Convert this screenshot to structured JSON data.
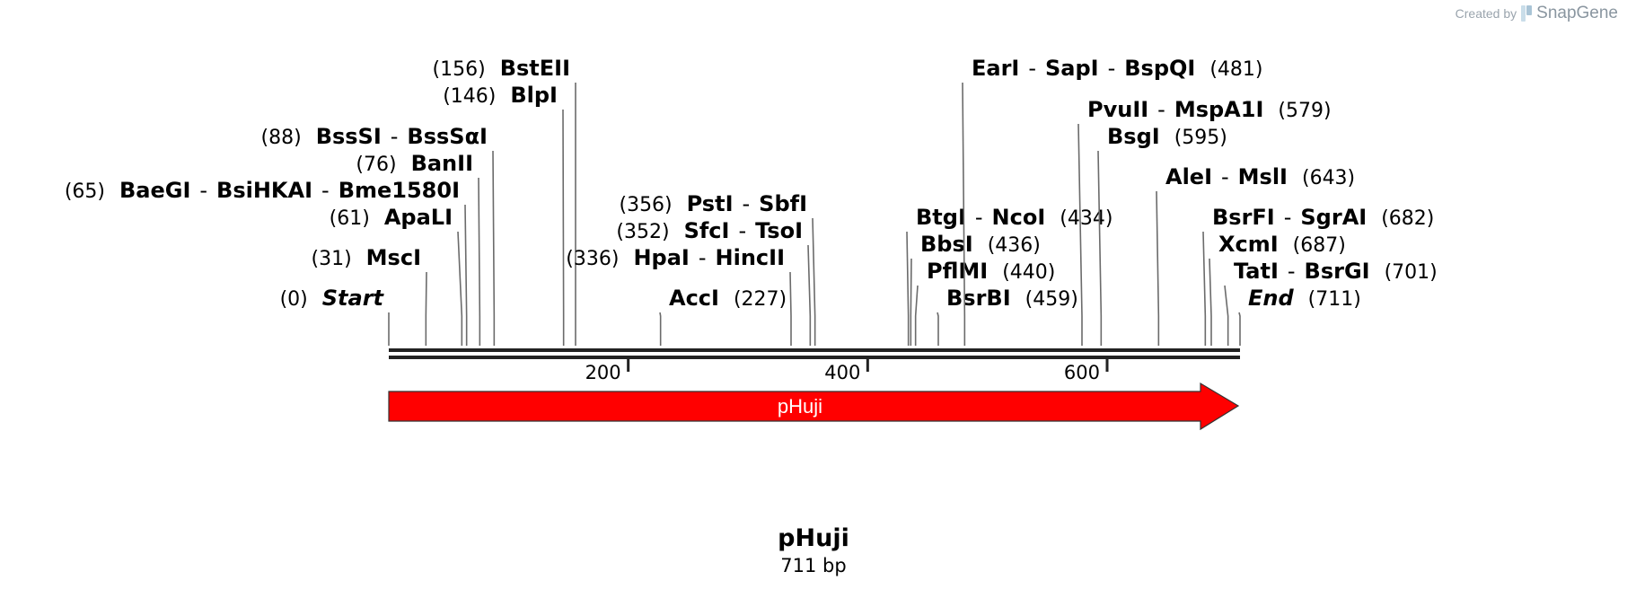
{
  "credit": {
    "prefix": "Created by",
    "brand": "SnapGene"
  },
  "plasmid": {
    "name": "pHuji",
    "length_label": "711 bp",
    "length": 711
  },
  "feature": {
    "label": "pHuji",
    "start": 0,
    "end": 711,
    "direction": "forward",
    "color": "#ff0000"
  },
  "ruler": {
    "ticks": [
      200,
      400,
      600
    ]
  },
  "sites": [
    {
      "id": "start",
      "pos_label": "(0)",
      "names": [
        "Start"
      ],
      "italic": true,
      "pos": 0
    },
    {
      "id": "msci",
      "pos_label": "(31)",
      "names": [
        "MscI"
      ],
      "pos": 31
    },
    {
      "id": "apali",
      "pos_label": "(61)",
      "names": [
        "ApaLI"
      ],
      "pos": 61
    },
    {
      "id": "baegi",
      "pos_label": "(65)",
      "names": [
        "BaeGI",
        "BsiHKAI",
        "Bme1580I"
      ],
      "pos": 65
    },
    {
      "id": "banii",
      "pos_label": "(76)",
      "names": [
        "BanII"
      ],
      "pos": 76
    },
    {
      "id": "basssi",
      "pos_label": "(88)",
      "names": [
        "BssSI",
        "BssSαI"
      ],
      "pos": 88
    },
    {
      "id": "blpi",
      "pos_label": "(146)",
      "names": [
        "BlpI"
      ],
      "pos": 146
    },
    {
      "id": "bsteii",
      "pos_label": "(156)",
      "names": [
        "BstEII"
      ],
      "pos": 156
    },
    {
      "id": "acci",
      "pos_label": "(227)",
      "names": [
        "AccI"
      ],
      "pos": 227
    },
    {
      "id": "hpai",
      "pos_label": "(336)",
      "names": [
        "HpaI",
        "HincII"
      ],
      "pos": 336
    },
    {
      "id": "sfci",
      "pos_label": "(352)",
      "names": [
        "SfcI",
        "TsoI"
      ],
      "pos": 352
    },
    {
      "id": "psti",
      "pos_label": "(356)",
      "names": [
        "PstI",
        "SbfI"
      ],
      "pos": 356
    },
    {
      "id": "btgi",
      "pos_label": "(434)",
      "names": [
        "BtgI",
        "NcoI"
      ],
      "pos": 434
    },
    {
      "id": "bbsi",
      "pos_label": "(436)",
      "names": [
        "BbsI"
      ],
      "pos": 436
    },
    {
      "id": "pflmi",
      "pos_label": "(440)",
      "names": [
        "PflMI"
      ],
      "pos": 440
    },
    {
      "id": "bsrbi",
      "pos_label": "(459)",
      "names": [
        "BsrBI"
      ],
      "pos": 459
    },
    {
      "id": "eari",
      "pos_label": "(481)",
      "names": [
        "EarI",
        "SapI",
        "BspQI"
      ],
      "pos": 481
    },
    {
      "id": "pvuii",
      "pos_label": "(579)",
      "names": [
        "PvuII",
        "MspA1I"
      ],
      "pos": 579
    },
    {
      "id": "bsgi",
      "pos_label": "(595)",
      "names": [
        "BsgI"
      ],
      "pos": 595
    },
    {
      "id": "alei",
      "pos_label": "(643)",
      "names": [
        "AleI",
        "MslI"
      ],
      "pos": 643
    },
    {
      "id": "bsrfi",
      "pos_label": "(682)",
      "names": [
        "BsrFI",
        "SgrAI"
      ],
      "pos": 682
    },
    {
      "id": "xcmi",
      "pos_label": "(687)",
      "names": [
        "XcmI"
      ],
      "pos": 687
    },
    {
      "id": "tati",
      "pos_label": "(701)",
      "names": [
        "TatI",
        "BsrGI"
      ],
      "pos": 701
    },
    {
      "id": "end",
      "pos_label": "(711)",
      "names": [
        "End"
      ],
      "italic": true,
      "pos": 711
    }
  ]
}
